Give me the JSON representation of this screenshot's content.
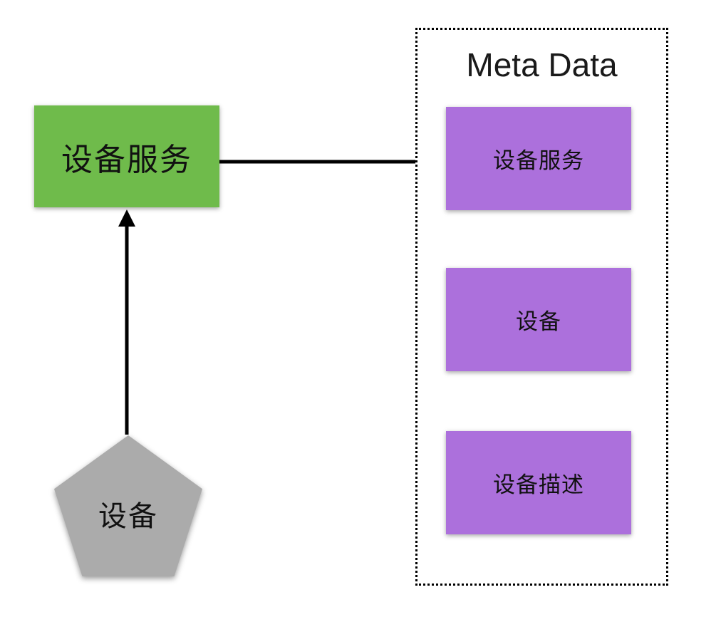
{
  "green_box": {
    "label": "设备服务",
    "color": "#6FBB4B"
  },
  "pentagon": {
    "label": "设备",
    "color": "#ABABAB"
  },
  "meta_panel": {
    "title": "Meta Data",
    "box_color": "#AC70DC",
    "items": [
      {
        "label": "设备服务"
      },
      {
        "label": "设备"
      },
      {
        "label": "设备描述"
      }
    ]
  },
  "arrows": [
    {
      "from": "pentagon-device",
      "to": "green-device-service",
      "direction": "up"
    },
    {
      "from": "green-device-service",
      "to": "meta-item-device-service",
      "direction": "right"
    }
  ],
  "colors": {
    "arrow": "#000000",
    "border": "#000000",
    "text": "#111111",
    "background": "#FFFFFF"
  }
}
